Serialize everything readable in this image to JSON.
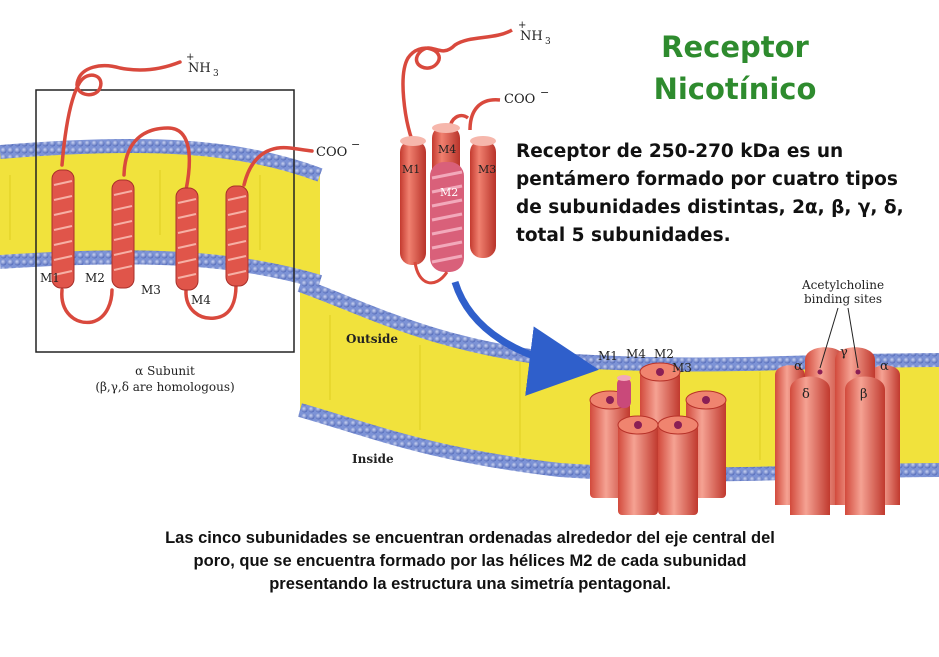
{
  "title": {
    "line1": "Receptor",
    "line2": "Nicotínico"
  },
  "description": {
    "lines": [
      "Receptor de 250-270 kDa es un",
      "pentámero formado por cuatro tipos",
      "de subunidades distintas, 2α, β, γ, δ,",
      "total 5 subunidades."
    ]
  },
  "caption": {
    "lines": [
      "Las cinco subunidades se encuentran  ordenadas alrededor del eje central del",
      "poro, que se encuentra formado por las hélices M2 de cada subunidad",
      "presentando la estructura una simetría pentagonal."
    ]
  },
  "left_panel": {
    "n_terminus": "NH",
    "n_sub": "3",
    "c_terminus": "COO",
    "helix_labels": [
      "M1",
      "M2",
      "M3",
      "M4"
    ],
    "subunit_label": "α Subunit",
    "homolog_note": "(β,γ,δ are homologous)"
  },
  "center_helix": {
    "n_terminus": "NH",
    "n_sub": "3",
    "c_terminus": "COO",
    "helix_labels": [
      "M1",
      "M4",
      "M3",
      "M2"
    ]
  },
  "membrane": {
    "outside_label": "Outside",
    "inside_label": "Inside"
  },
  "pentamer": {
    "helix_labels": [
      "M1",
      "M4",
      "M2",
      "M3"
    ]
  },
  "receptor": {
    "binding_label_line1": "Acetylcholine",
    "binding_label_line2": "binding sites",
    "subunits": [
      "γ",
      "α",
      "α",
      "δ",
      "β"
    ]
  },
  "colors": {
    "title_green": "#2e8b2e",
    "helix_red": "#e0554a",
    "helix_pink": "#d9607a",
    "bilayer_yellow": "#f1e23c",
    "head_blue": "#6f86cf",
    "arrow_blue": "#3c66c8"
  }
}
